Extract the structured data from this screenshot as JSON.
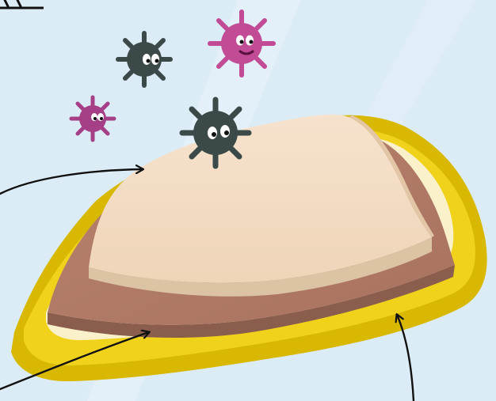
{
  "scene": {
    "description_visible_text": "",
    "colors": {
      "sky": "#dcecf7",
      "sky_highlight": "#eef6fc",
      "yellow_outer": "#d8b800",
      "yellow_inner": "#f0d21a",
      "cream_rim": "#fbf4de",
      "brown_layer": "#b07b67",
      "brown_side": "#8a5d4d",
      "top_layer": "#f3dcc3",
      "top_side": "#dcc3a4",
      "germ_dark": "#3b4a48",
      "germ_pink": "#a53f86",
      "germ_pink_light": "#c14b95",
      "arrow": "#111111"
    },
    "germs": [
      {
        "name": "dark-germ-top-left",
        "color": "germ_dark"
      },
      {
        "name": "pink-germ-top-right",
        "color": "germ_pink_light"
      },
      {
        "name": "pink-germ-left",
        "color": "germ_pink"
      },
      {
        "name": "dark-germ-center",
        "color": "germ_dark"
      }
    ],
    "arrows": [
      {
        "name": "arrow-to-top-layer"
      },
      {
        "name": "arrow-to-middle-layer"
      },
      {
        "name": "arrow-to-bottom-layer"
      }
    ]
  }
}
